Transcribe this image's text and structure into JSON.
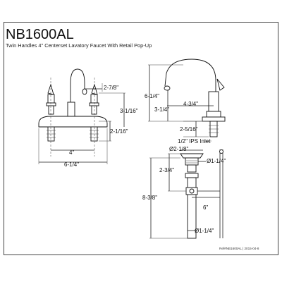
{
  "header": {
    "model": "NB1600AL",
    "description": "Twin Handles 4\" Centerset Lavatory Faucet With Retail Pop-Up"
  },
  "footer": {
    "ref": "Ref#NB1600AL | 2015-04-8"
  },
  "dimensions": {
    "handle_spread": "2-7/8\"",
    "handle_height": "3-1/16\"",
    "base_height": "2-1/16\"",
    "centerset": "4\"",
    "base_width": "6-1/4\"",
    "spout_total_height": "6-1/4\"",
    "spout_height": "3-1/4\"",
    "spout_reach": "4-3/4\"",
    "shank_length": "2-5/16\"",
    "ips_inlet": "1/2\" IPS Inlet",
    "flange_diameter": "Ø2-1/8\"",
    "drain_top_diameter": "Ø1-1/4\"",
    "drain_upper_height": "2-3/4\"",
    "drain_total_height": "8-3/8\"",
    "lift_rod_length": "6\"",
    "tailpiece_diameter": "Ø1-1/4\""
  }
}
